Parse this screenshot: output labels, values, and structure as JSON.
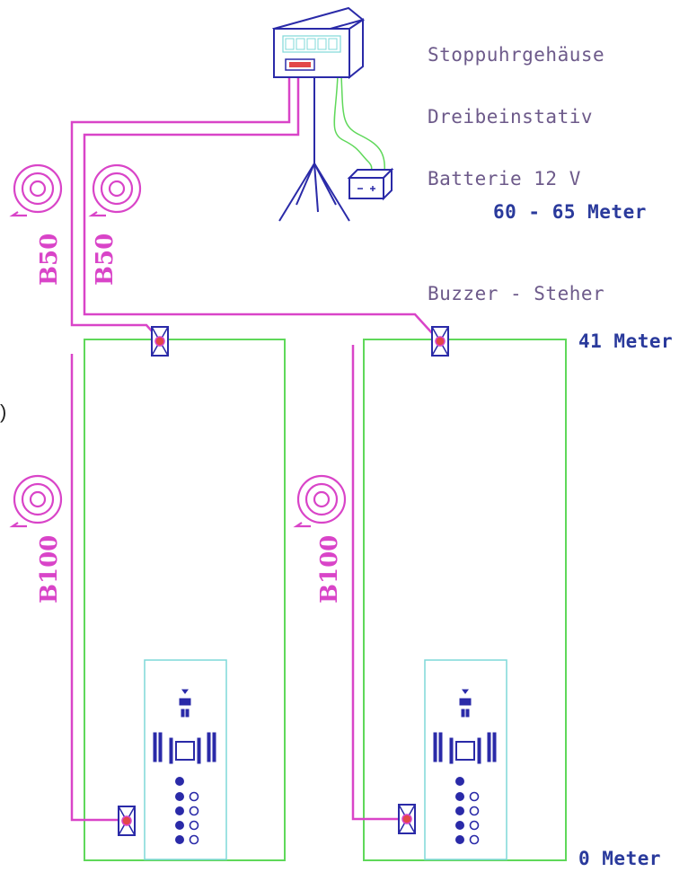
{
  "labels": {
    "housing": "Stoppuhrgehäuse",
    "tripod": "Dreibeinstativ",
    "battery": "Batterie 12 V",
    "distance_range": "60 - 65 Meter",
    "buzzer": "Buzzer - Steher",
    "meter_41": "41 Meter",
    "meter_0": "0 Meter",
    "b50_left": "B50",
    "b50_right": "B50",
    "b100_left": "B100",
    "b100_right": "B100",
    "stray_paren": ")"
  },
  "colors": {
    "cable": "#d944c8",
    "lane": "#5fd85a",
    "device": "#2a2aa8",
    "zone": "#7fd8d8",
    "wire": "#5fd85a",
    "label_text": "#6d5a8a",
    "meter_text": "#2a3a9c"
  }
}
